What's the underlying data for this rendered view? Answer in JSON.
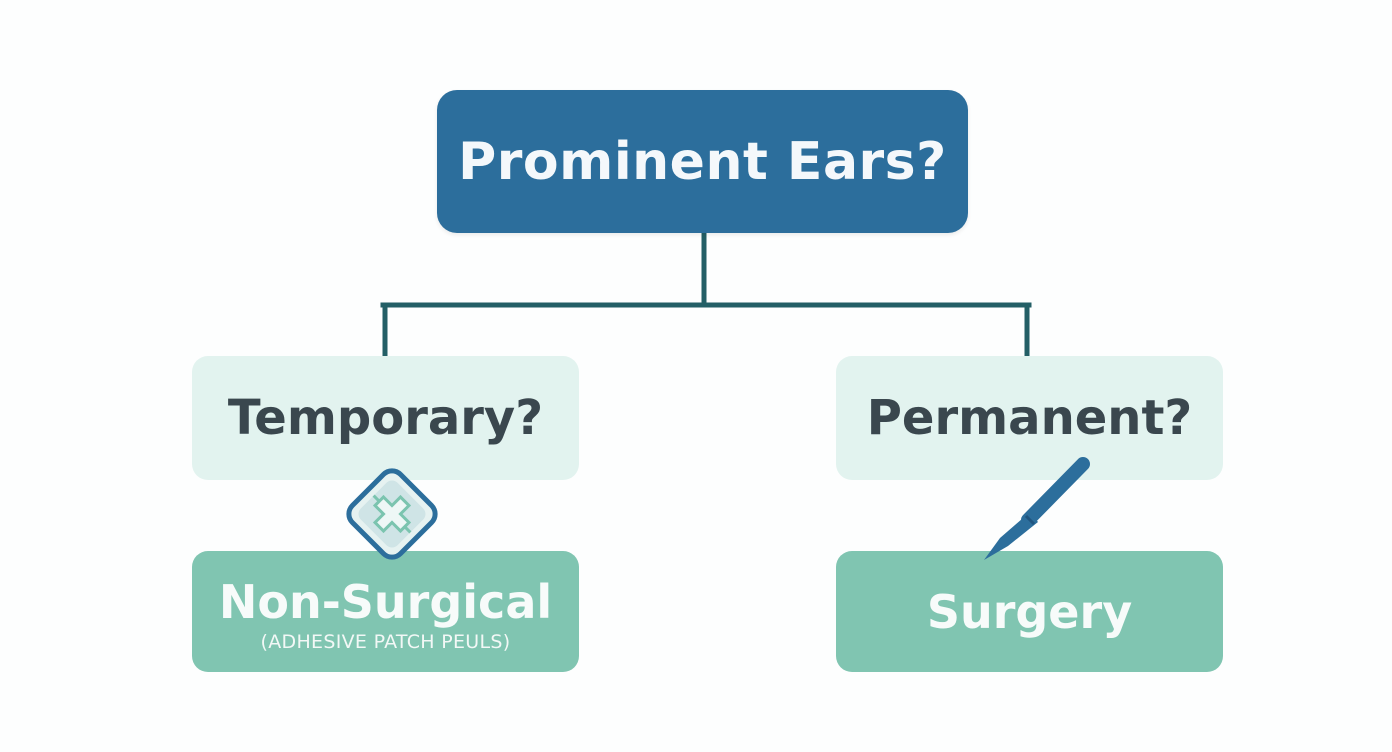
{
  "diagram": {
    "root": {
      "label": "Prominent Ears?"
    },
    "branches": [
      {
        "question": "Temporary?",
        "outcome": {
          "label": "Non-Surgical",
          "sublabel": "(ADHESIVE PATCH PEULS)"
        },
        "icon": "adhesive-patch-icon"
      },
      {
        "question": "Permanent?",
        "outcome": {
          "label": "Surgery"
        },
        "icon": "scalpel-icon"
      }
    ]
  },
  "colors": {
    "root_fill": "#2c6e9c",
    "question_fill": "#e2f3ef",
    "outcome_fill": "#80c5b1",
    "connector": "#235f66",
    "question_text": "#3a474e",
    "icon_outline": "#2c6e9c"
  }
}
